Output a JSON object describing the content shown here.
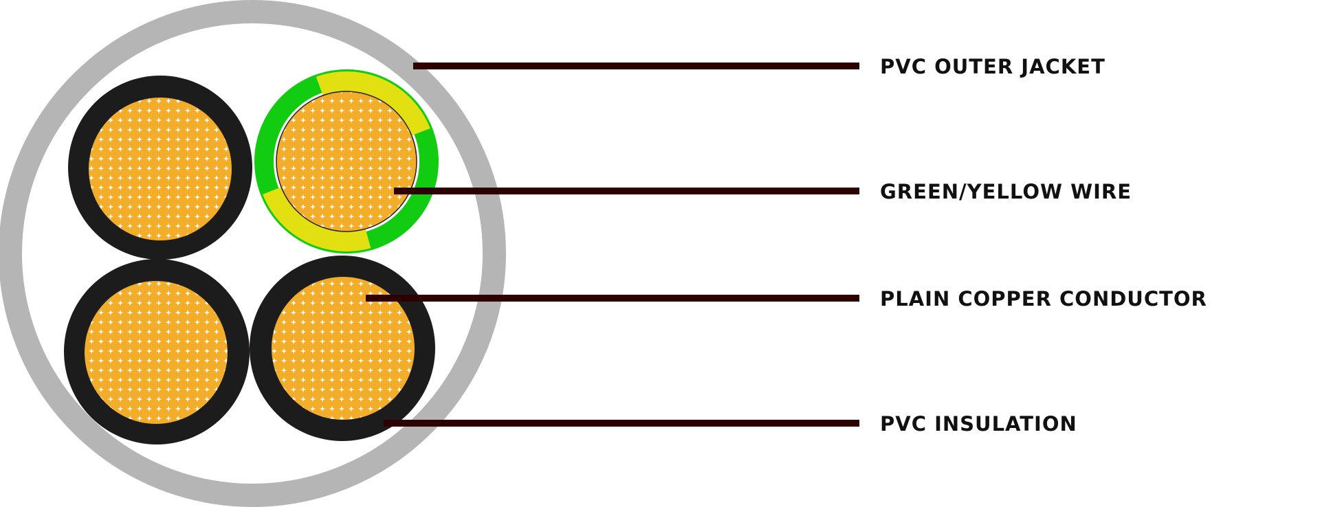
{
  "labels": {
    "outer_jacket": "PVC OUTER JACKET",
    "green_yellow_wire": "GREEN/YELLOW WIRE",
    "copper_conductor": "PLAIN COPPER CONDUCTOR",
    "insulation": "PVC INSULATION"
  },
  "colors": {
    "outer_jacket": "#b5b5b5",
    "insulation_black": "#1a1a1a",
    "copper": "#f2ad2b",
    "green": "#12cc12",
    "yellow": "#e2e010",
    "leader_line": "#2e0000",
    "label_text": "#111111"
  }
}
